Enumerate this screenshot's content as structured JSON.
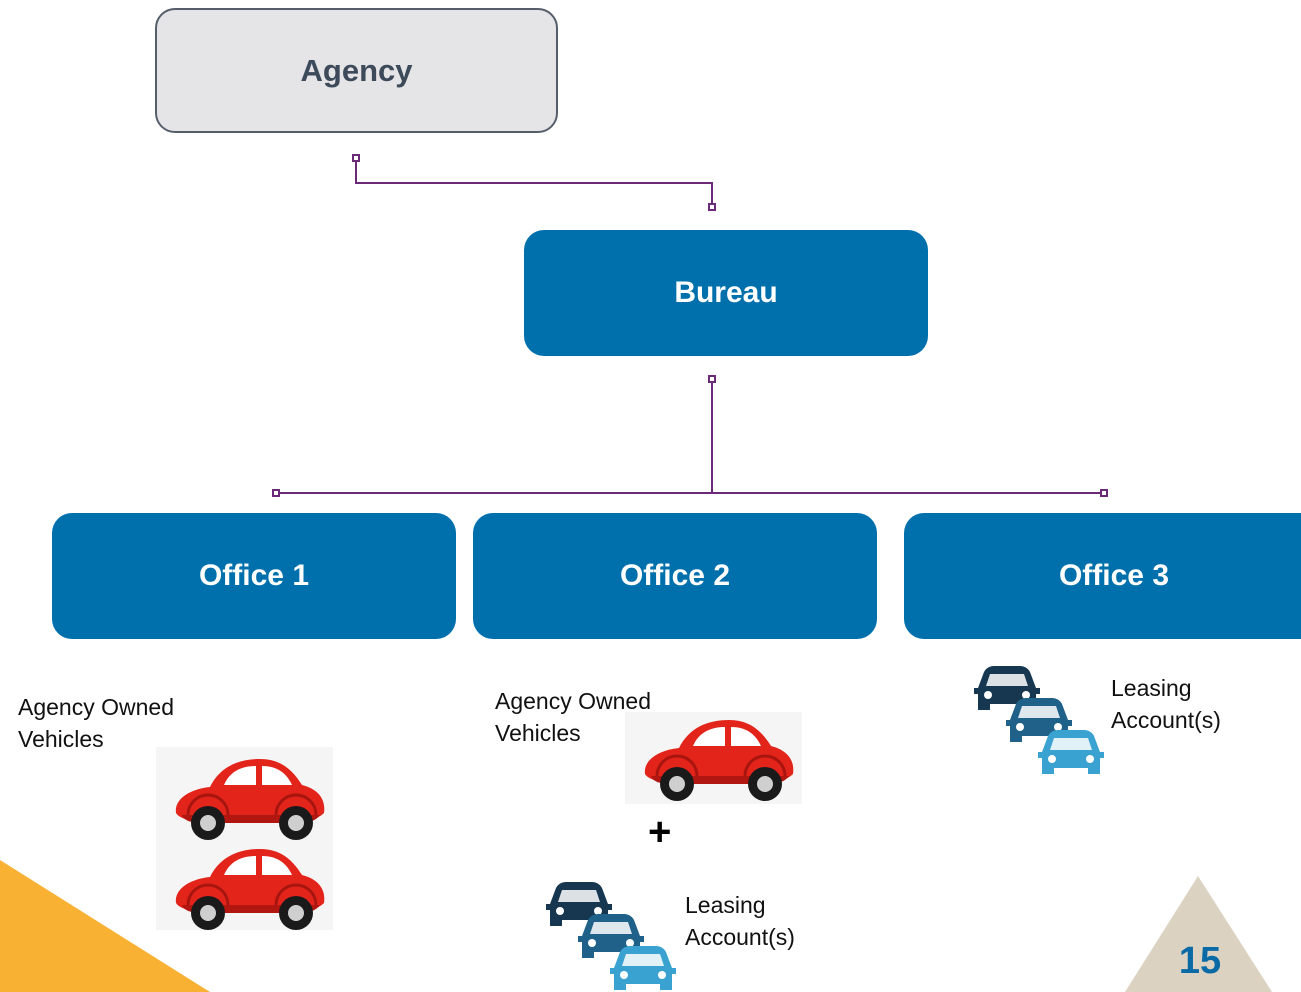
{
  "nodes": {
    "agency": "Agency",
    "bureau": "Bureau",
    "office1": "Office 1",
    "office2": "Office 2",
    "office3": "Office 3"
  },
  "annotations": {
    "office1_owned": "Agency Owned\nVehicles",
    "office2_owned": "Agency Owned\nVehicles",
    "office2_plus": "+",
    "office2_leasing": "Leasing\nAccount(s)",
    "office3_leasing": "Leasing\nAccount(s)"
  },
  "page_number": "15",
  "colors": {
    "accent": "#0070ad",
    "connector": "#6a2a78",
    "owned_car": "#e3241b",
    "leased_car_dark": "#16374f",
    "leased_car_mid": "#1f6189",
    "leased_car_light": "#3aa2d1",
    "corner_orange": "#f8b133",
    "corner_tan": "#dcd2c1"
  },
  "icons": [
    "red-car-icon",
    "leased-cars-icon"
  ]
}
